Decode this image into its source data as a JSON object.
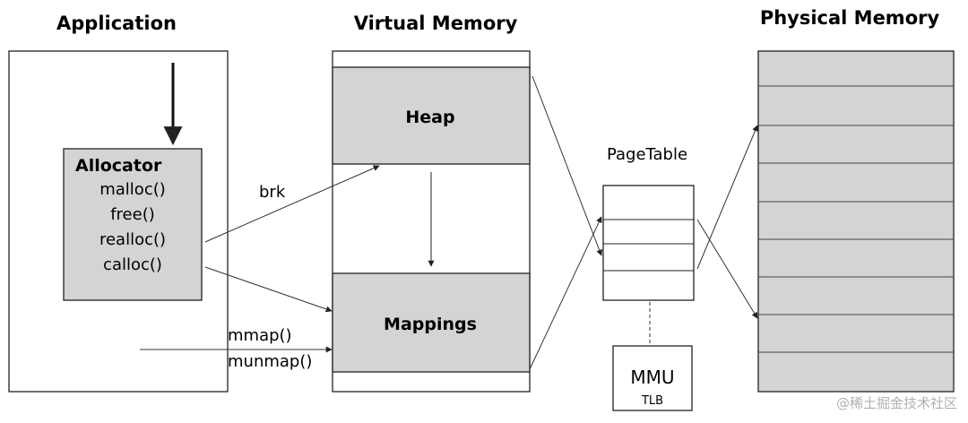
{
  "titles": {
    "application": "Application",
    "virtual_memory": "Virtual Memory",
    "physical_memory": "Physical Memory"
  },
  "allocator": {
    "label": "Allocator",
    "functions": [
      "malloc()",
      "free()",
      "realloc()",
      "calloc()"
    ]
  },
  "virtual_memory": {
    "heap": "Heap",
    "mappings": "Mappings"
  },
  "calls": {
    "brk": "brk",
    "mmap": "mmap()",
    "munmap": "munmap()"
  },
  "page_table": {
    "label": "PageTable"
  },
  "mmu": {
    "label": "MMU",
    "sub": "TLB"
  },
  "watermark": "@稀土掘金技术社区",
  "colors": {
    "region_fill": "#d4d4d4",
    "stroke": "#222222",
    "background": "#ffffff"
  }
}
